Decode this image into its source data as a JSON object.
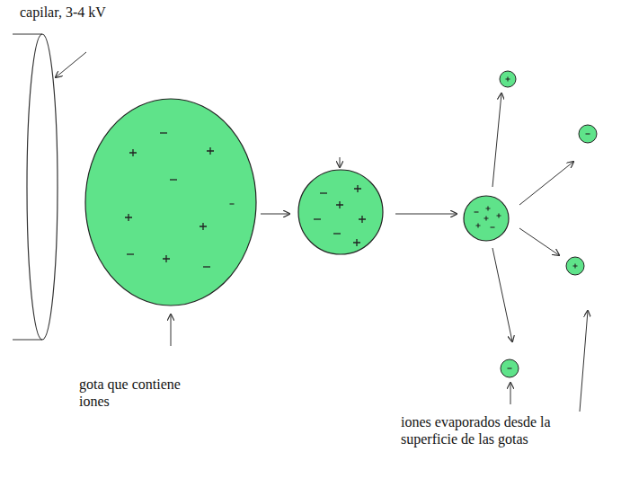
{
  "diagram": {
    "labels": [
      "capilar, 3-4 kV",
      "gota que contiene iones",
      "iones evaporados desde la superficie de las gotas"
    ]
  }
}
